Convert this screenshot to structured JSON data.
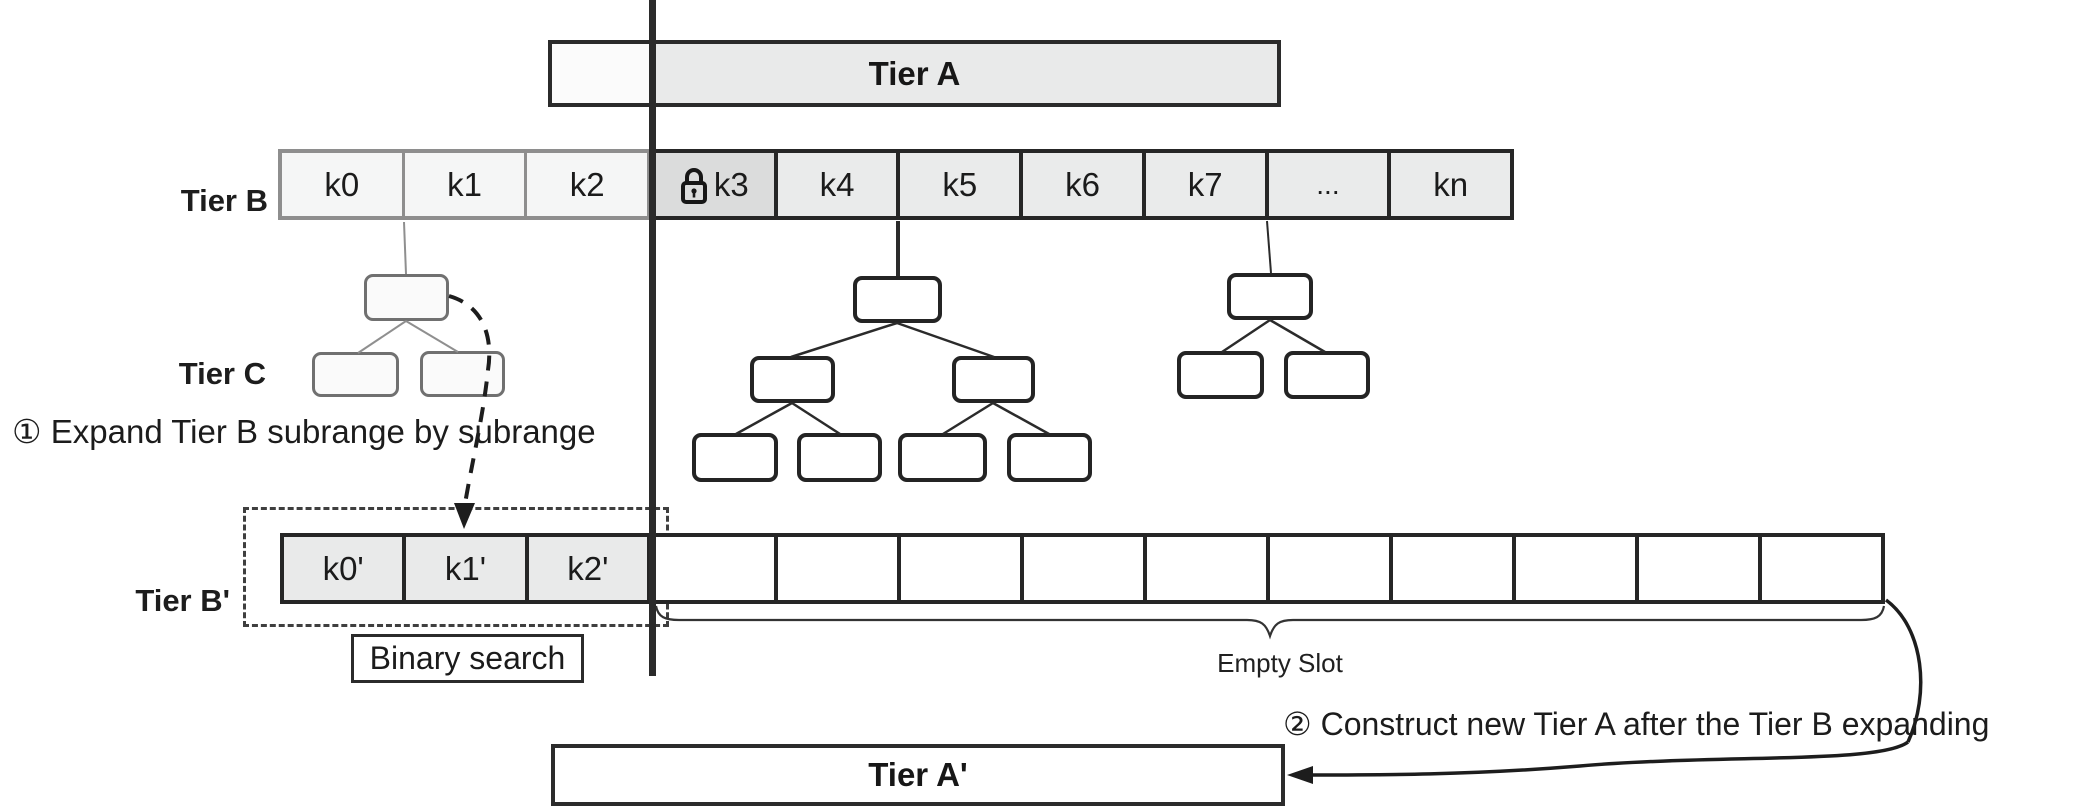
{
  "tier_a": {
    "label": "Tier A"
  },
  "tier_b": {
    "label": "Tier B",
    "cells": [
      "k0",
      "k1",
      "k2",
      "k3",
      "k4",
      "k5",
      "k6",
      "k7",
      "...",
      "kn"
    ],
    "locked_cell": "k3",
    "lock_icon": "lock-icon"
  },
  "tier_c": {
    "label": "Tier C"
  },
  "tier_b_prime": {
    "label": "Tier B'",
    "cells": [
      "k0'",
      "k1'",
      "k2'"
    ],
    "empty_cell_count": 10
  },
  "tier_a_prime": {
    "label": "Tier A'"
  },
  "annotations": {
    "step1": "① Expand Tier B subrange by subrange",
    "binary_search": "Binary search",
    "empty_slot": "Empty Slot",
    "step2": "② Construct new Tier A after the Tier B expanding"
  },
  "colors": {
    "line": "#2b2b2b",
    "gray_border": "#8e8e8e",
    "cell_light": "#f5f6f6",
    "cell_mid": "#eaebeb",
    "cell_locked": "#dbdcdc",
    "cell_bprime": "#e9eaea"
  }
}
